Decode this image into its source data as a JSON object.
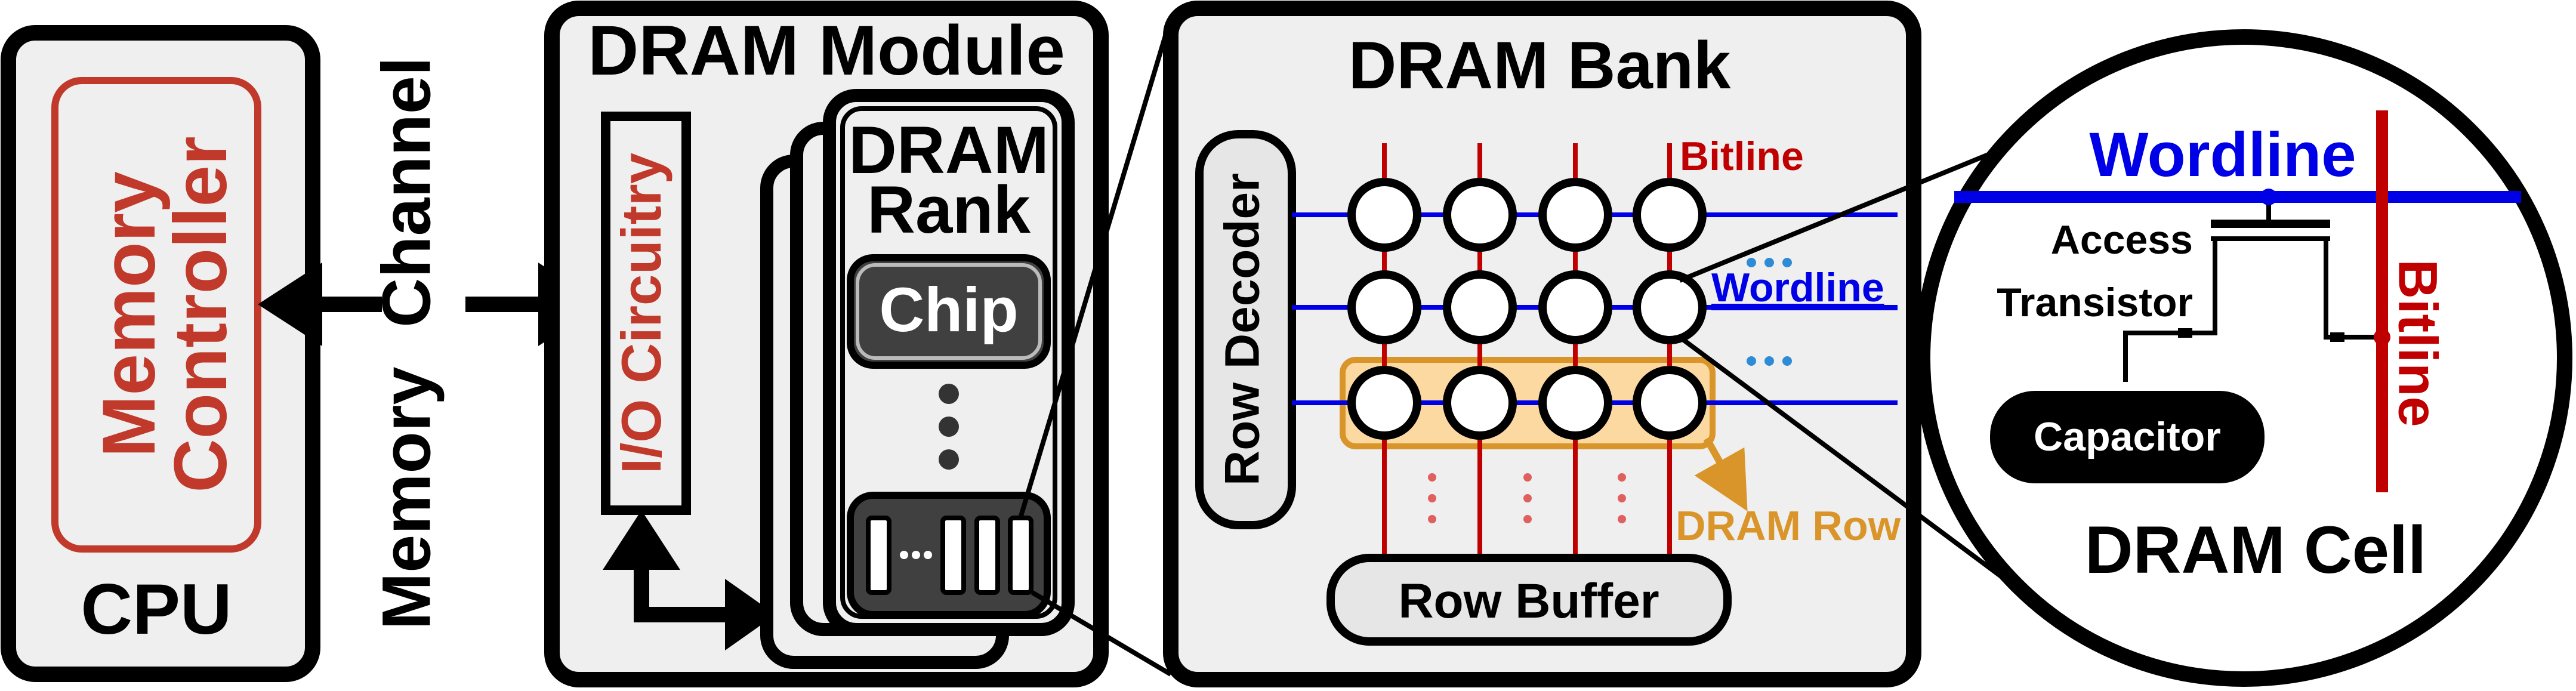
{
  "cpu": {
    "title": "CPU",
    "memory_controller_line1": "Memory",
    "memory_controller_line2": "Controller"
  },
  "memory_channel": {
    "word1": "Memory",
    "word2": "Channel"
  },
  "dram_module": {
    "title": "DRAM Module",
    "io_circuitry": "I/O Circuitry",
    "rank_line1": "DRAM",
    "rank_line2": "Rank",
    "chip": "Chip"
  },
  "dram_bank": {
    "title": "DRAM Bank",
    "row_decoder": "Row Decoder",
    "row_buffer": "Row Buffer",
    "bitline_label": "Bitline",
    "wordline_label": "Wordline",
    "dram_row_label": "DRAM Row"
  },
  "dram_cell": {
    "title": "DRAM Cell",
    "wordline_label": "Wordline",
    "bitline_label": "Bitline",
    "access_label": "Access",
    "transistor_label": "Transistor",
    "capacitor_label": "Capacitor"
  },
  "colors": {
    "bitline_red": "#c00000",
    "wordline_blue": "#0000e6",
    "dram_row_orange": "#d9952a",
    "row_highlight_fill": "#fcd9a0",
    "panel_fill": "#efefef",
    "chip_fill": "#404040",
    "dot_blue": "#2e8bd6",
    "dot_red": "#e06060"
  }
}
